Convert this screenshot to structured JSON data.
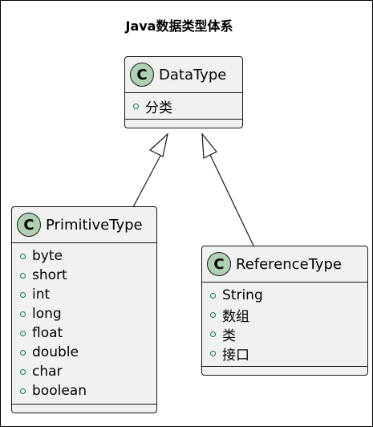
{
  "diagram": {
    "title": "Java数据类型体系",
    "stereotype_glyph": "C",
    "colors": {
      "class_fill": "#f1f1f1",
      "stereotype_fill": "#add1b2",
      "visibility_public": "#038048",
      "line": "#181818"
    },
    "classes": [
      {
        "id": "datatype",
        "name": "DataType",
        "attributes": [
          "分类"
        ]
      },
      {
        "id": "primitive",
        "name": "PrimitiveType",
        "attributes": [
          "byte",
          "short",
          "int",
          "long",
          "float",
          "double",
          "char",
          "boolean"
        ]
      },
      {
        "id": "reference",
        "name": "ReferenceType",
        "attributes": [
          "String",
          "数组",
          "类",
          "接口"
        ]
      }
    ],
    "relations": [
      {
        "type": "inheritance",
        "from": "primitive",
        "to": "datatype"
      },
      {
        "type": "inheritance",
        "from": "reference",
        "to": "datatype"
      }
    ]
  }
}
